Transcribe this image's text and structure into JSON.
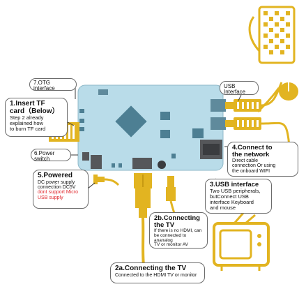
{
  "labels": {
    "otg": "7.OTG interface",
    "usb_interface_tag": "USB Interface",
    "insert_tf_title_1": "1.Insert TF",
    "insert_tf_title_2": "card（Below）",
    "insert_tf_desc_1": "Step 2 already",
    "insert_tf_desc_2": "explained how",
    "insert_tf_desc_3": "to burn TF card",
    "power_switch": "6.Power switch",
    "network_title": "4.Connect to",
    "network_title_2": "the network",
    "network_desc_1": "Direct cable",
    "network_desc_2": "connection Or using",
    "network_desc_3": "the onboard WIFI",
    "powered_title": "5.Powered",
    "powered_desc_1": "DC power supply",
    "powered_desc_2": "connection DC5V",
    "powered_warn_1": "dont support Micro",
    "powered_warn_2": "USB supply",
    "usb_title": "3.USB interface",
    "usb_desc_1": "Two USB peripherals,",
    "usb_desc_2": "butConnect USB",
    "usb_desc_3": "interface Keyboard",
    "usb_desc_4": "and mouse",
    "tv_b_title_1": "2b.Connecting",
    "tv_b_title_2": "the TV",
    "tv_b_desc_1": "If there is no HDMI, can",
    "tv_b_desc_2": "be connected to ananalog",
    "tv_b_desc_3": "TV or monitor AV",
    "tv_a_title": "2a.Connecting the TV",
    "tv_a_desc": "Connected to the HDMI TV or monitor"
  },
  "colors": {
    "board": "#b9dce9",
    "chip": "#4d7f93",
    "yellow": "#e2b421",
    "yellow_dark": "#c79a12",
    "line": "#3a3a3a",
    "red_text": "#e0262b"
  }
}
